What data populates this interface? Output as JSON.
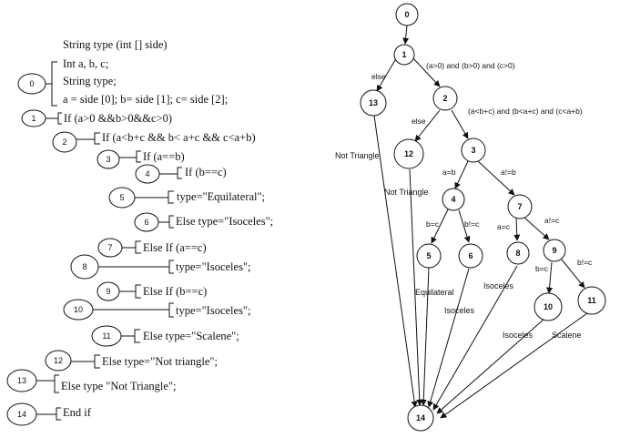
{
  "code": {
    "lines": [
      "String type (int [] side)",
      "Int a, b, c;",
      "String type;",
      "a = side [0]; b= side [1]; c= side [2];",
      "If (a>0 &&b>0&&c>0)",
      "If (a<b+c && b< a+c && c<a+b)",
      "If (a==b)",
      "If (b==c)",
      "type=\"Equilateral\";",
      "Else  type=\"Isoceles\";",
      "Else   If (a==c)",
      "type=\"Isoceles\";",
      "Else   If (b==c)",
      "type=\"Isoceles\";",
      "Else     type=\"Scalene\";",
      "Else type=\"Not triangle\";",
      "Else type \"Not Triangle\";",
      "End if"
    ],
    "statement_numbers": [
      "0",
      "1",
      "2",
      "3",
      "4",
      "5",
      "6",
      "7",
      "8",
      "9",
      "10",
      "11",
      "12",
      "13",
      "14"
    ]
  },
  "graph": {
    "nodes": [
      "0",
      "1",
      "2",
      "3",
      "4",
      "5",
      "6",
      "7",
      "8",
      "9",
      "10",
      "11",
      "12",
      "13",
      "14"
    ],
    "edges": [
      {
        "from": "0",
        "to": "1"
      },
      {
        "from": "1",
        "to": "13"
      },
      {
        "from": "1",
        "to": "2"
      },
      {
        "from": "2",
        "to": "12"
      },
      {
        "from": "2",
        "to": "3"
      },
      {
        "from": "3",
        "to": "4"
      },
      {
        "from": "3",
        "to": "7"
      },
      {
        "from": "4",
        "to": "5"
      },
      {
        "from": "4",
        "to": "6"
      },
      {
        "from": "7",
        "to": "8"
      },
      {
        "from": "7",
        "to": "9"
      },
      {
        "from": "9",
        "to": "10"
      },
      {
        "from": "9",
        "to": "11"
      },
      {
        "from": "13",
        "to": "14"
      },
      {
        "from": "12",
        "to": "14"
      },
      {
        "from": "5",
        "to": "14"
      },
      {
        "from": "6",
        "to": "14"
      },
      {
        "from": "8",
        "to": "14"
      },
      {
        "from": "10",
        "to": "14"
      },
      {
        "from": "11",
        "to": "14"
      }
    ],
    "edge_labels": [
      "else",
      "(a>0) and (b>0) and (c>0)",
      "else",
      "(a<b+c) and (b<a+c) and (c<a+b)",
      "a=b",
      "a!=b",
      "b=c",
      "b!=c",
      "a=c",
      "a!=c",
      "b=c",
      "b!=c"
    ],
    "outcomes": [
      "Not Triangle",
      "Not Triangle",
      "Equilateral",
      "Isoceles",
      "Isoceles",
      "Isoceles",
      "Scalene"
    ]
  }
}
